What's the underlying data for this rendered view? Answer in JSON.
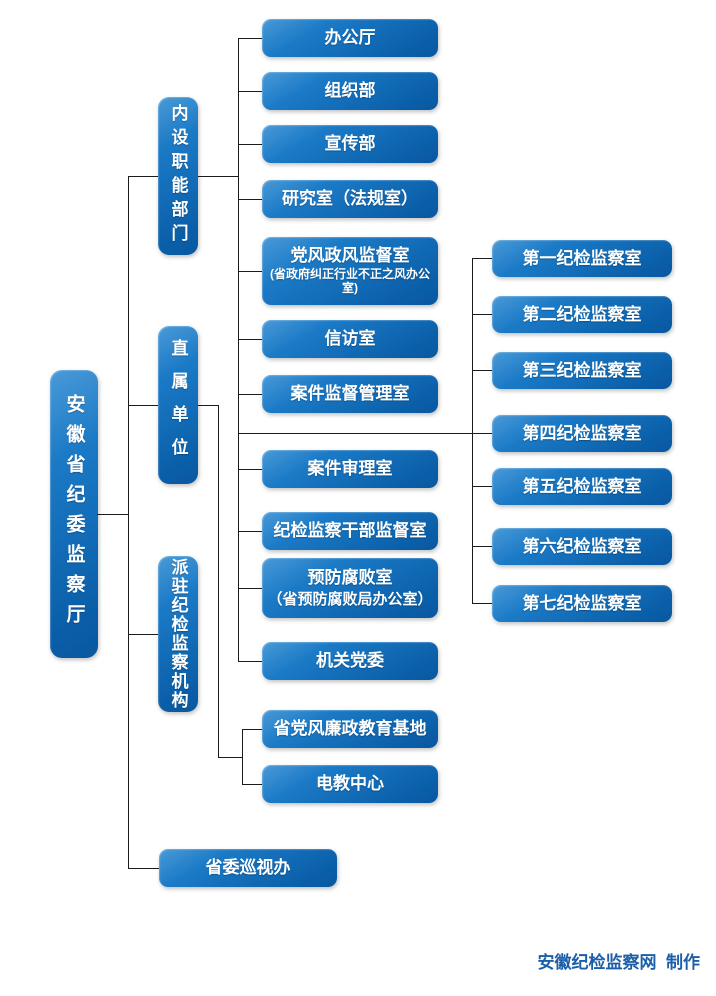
{
  "chart": {
    "root": {
      "label": "安徽省纪委监察厅"
    },
    "branches": [
      {
        "label": "内设职能部门"
      },
      {
        "label": "直属单位"
      },
      {
        "label": "派驻纪检监察机构"
      },
      {
        "label": "省委巡视办"
      }
    ],
    "departments": [
      {
        "label": "办公厅"
      },
      {
        "label": "组织部"
      },
      {
        "label": "宣传部"
      },
      {
        "label": "研究室（法规室）"
      },
      {
        "label": "党风政风监督室",
        "subtitle": "(省政府纠正行业不正之风办公室)"
      },
      {
        "label": "信访室"
      },
      {
        "label": "案件监督管理室"
      },
      {
        "label": "案件审理室"
      },
      {
        "label": "纪检监察干部监督室"
      },
      {
        "label": "预防腐败室",
        "subtitle": "（省预防腐败局办公室）"
      },
      {
        "label": "机关党委"
      }
    ],
    "inspection_offices": [
      {
        "label": "第一纪检监察室"
      },
      {
        "label": "第二纪检监察室"
      },
      {
        "label": "第三纪检监察室"
      },
      {
        "label": "第四纪检监察室"
      },
      {
        "label": "第五纪检监察室"
      },
      {
        "label": "第六纪检监察室"
      },
      {
        "label": "第七纪检监察室"
      }
    ],
    "affiliated_units": [
      {
        "label": "省党风廉政教育基地"
      },
      {
        "label": "电教中心"
      }
    ]
  },
  "footer": {
    "credit": "安徽纪检监察网  制作"
  },
  "colors": {
    "box_gradient_top": "#4a9ad8",
    "box_gradient_bottom": "#09589f",
    "box_text": "#ffffff",
    "connector_line": "#1b1b1b",
    "credit_text": "#1c5fa8",
    "background": "#ffffff"
  }
}
